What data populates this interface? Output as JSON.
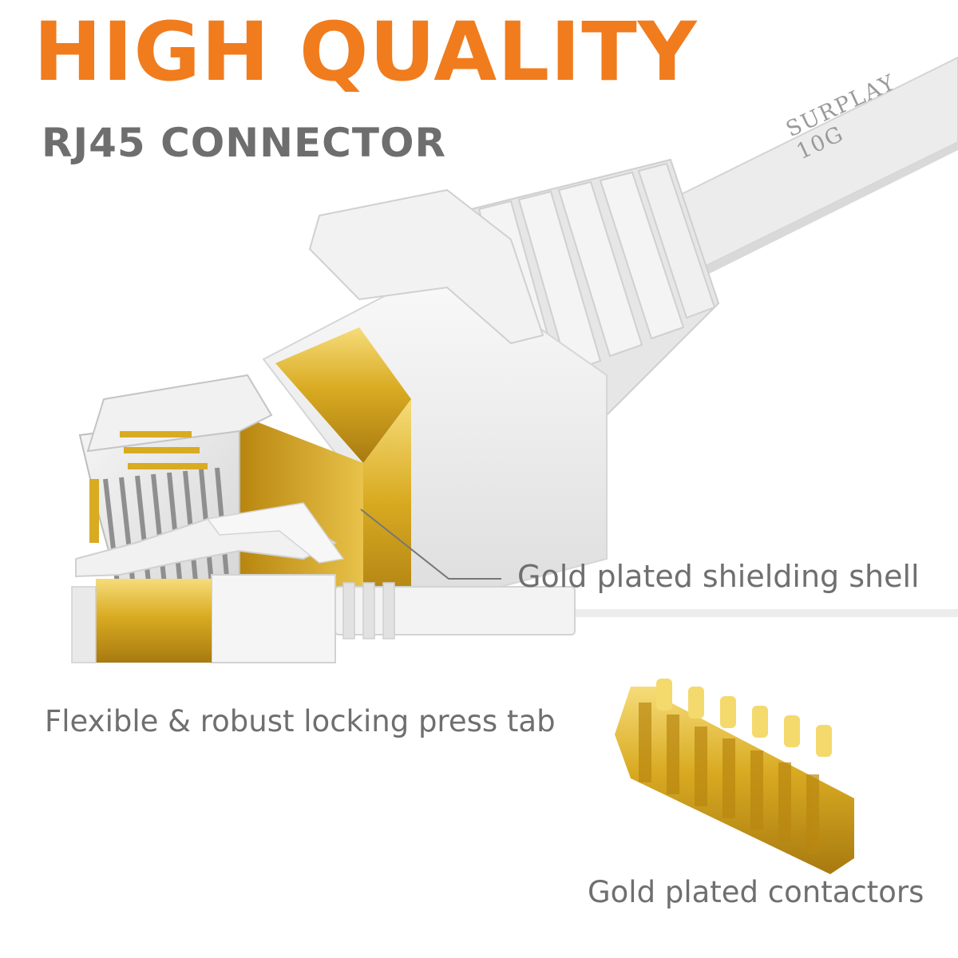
{
  "header": {
    "title": "HIGH QUALITY",
    "subtitle": "RJ45 CONNECTOR"
  },
  "callouts": {
    "shell": "Gold plated shielding shell",
    "tab": "Flexible & robust locking press tab",
    "contactors": "Gold plated contactors"
  },
  "cable": {
    "print": "SURPLAY 10G"
  },
  "colors": {
    "title": "#f07c1e",
    "subtitle": "#6e6e6e",
    "label": "#6f6f6f",
    "gold": "#d9ab22",
    "white_plastic": "#eeeeee",
    "line": "#777777"
  }
}
